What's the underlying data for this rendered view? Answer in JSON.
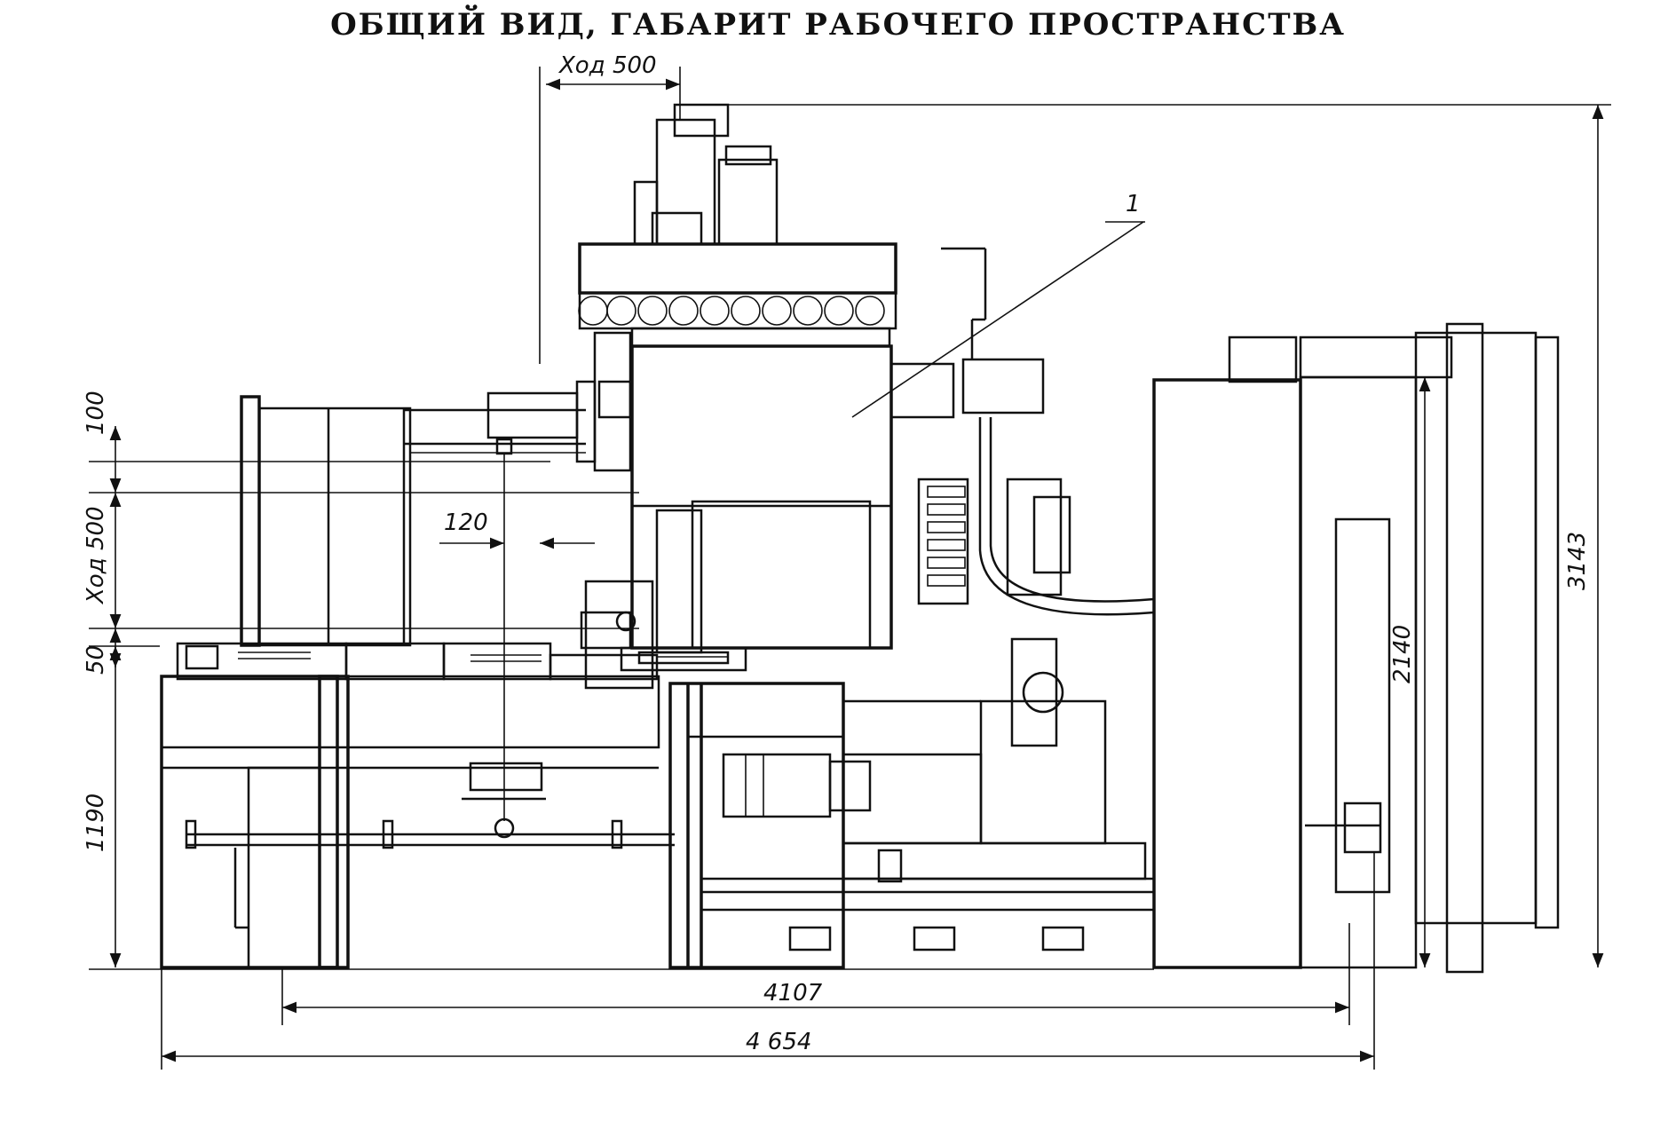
{
  "title": "ОБЩИЙ ВИД, ГАБАРИТ РАБОЧЕГО ПРОСТРАНСТВА",
  "callout": "1",
  "dimensions": {
    "top_stroke": "Ход 500",
    "side_stroke": "Ход 500",
    "d100": "100",
    "d50": "50",
    "d1190": "1190",
    "d120": "120",
    "d2140": "2140",
    "d3143": "3143",
    "d4107": "4107",
    "d4654": "4 654"
  }
}
